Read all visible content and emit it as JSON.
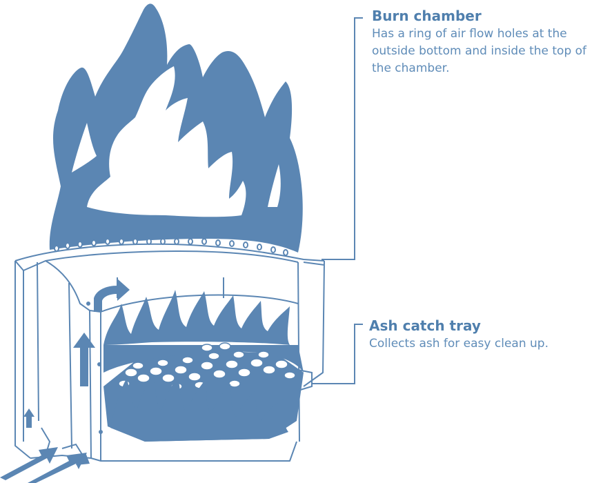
{
  "colors": {
    "accent": "#5a88b4",
    "fill": "#5b86b3",
    "background": "#ffffff"
  },
  "callouts": {
    "burn_chamber": {
      "title": "Burn chamber",
      "body": "Has a ring of air flow holes at the outside bottom and inside the top of the chamber."
    },
    "ash_tray": {
      "title": "Ash catch tray",
      "body": "Collects ash for easy clean up."
    }
  }
}
